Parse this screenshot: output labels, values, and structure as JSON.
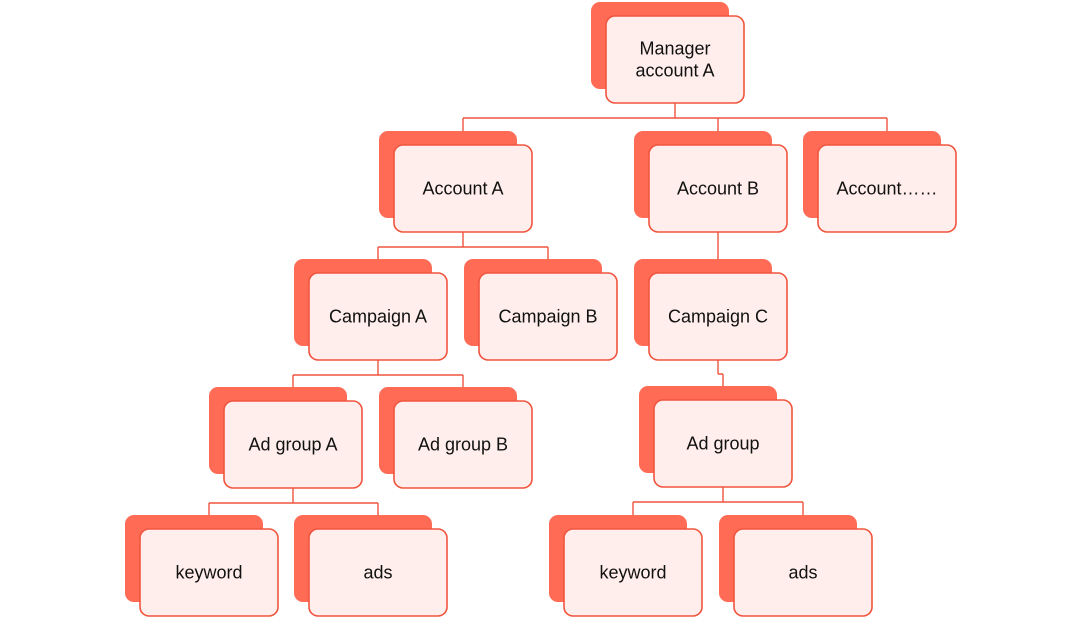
{
  "colors": {
    "accent": "#ff6b55",
    "border": "#f0553f",
    "card_fill": "#ffeeeb",
    "line": "#f0553f",
    "text": "#111111"
  },
  "nodes": {
    "manager": {
      "lines": [
        "Manager",
        "account A"
      ]
    },
    "account_a": {
      "lines": [
        "Account A"
      ]
    },
    "account_b": {
      "lines": [
        "Account B"
      ]
    },
    "account_more": {
      "lines": [
        "Account……"
      ]
    },
    "campaign_a": {
      "lines": [
        "Campaign A"
      ]
    },
    "campaign_b": {
      "lines": [
        "Campaign B"
      ]
    },
    "campaign_c": {
      "lines": [
        "Campaign C"
      ]
    },
    "adgroup_a": {
      "lines": [
        "Ad group A"
      ]
    },
    "adgroup_b": {
      "lines": [
        "Ad group B"
      ]
    },
    "adgroup": {
      "lines": [
        "Ad group"
      ]
    },
    "keyword_1": {
      "lines": [
        "keyword"
      ]
    },
    "ads_1": {
      "lines": [
        "ads"
      ]
    },
    "keyword_2": {
      "lines": [
        "keyword"
      ]
    },
    "ads_2": {
      "lines": [
        "ads"
      ]
    }
  },
  "edges": [
    [
      "manager",
      "account_a"
    ],
    [
      "manager",
      "account_b"
    ],
    [
      "manager",
      "account_more"
    ],
    [
      "account_a",
      "campaign_a"
    ],
    [
      "account_a",
      "campaign_b"
    ],
    [
      "account_b",
      "campaign_c"
    ],
    [
      "campaign_a",
      "adgroup_a"
    ],
    [
      "campaign_a",
      "adgroup_b"
    ],
    [
      "campaign_c",
      "adgroup"
    ],
    [
      "adgroup_a",
      "keyword_1"
    ],
    [
      "adgroup_a",
      "ads_1"
    ],
    [
      "adgroup",
      "keyword_2"
    ],
    [
      "adgroup",
      "ads_2"
    ]
  ]
}
